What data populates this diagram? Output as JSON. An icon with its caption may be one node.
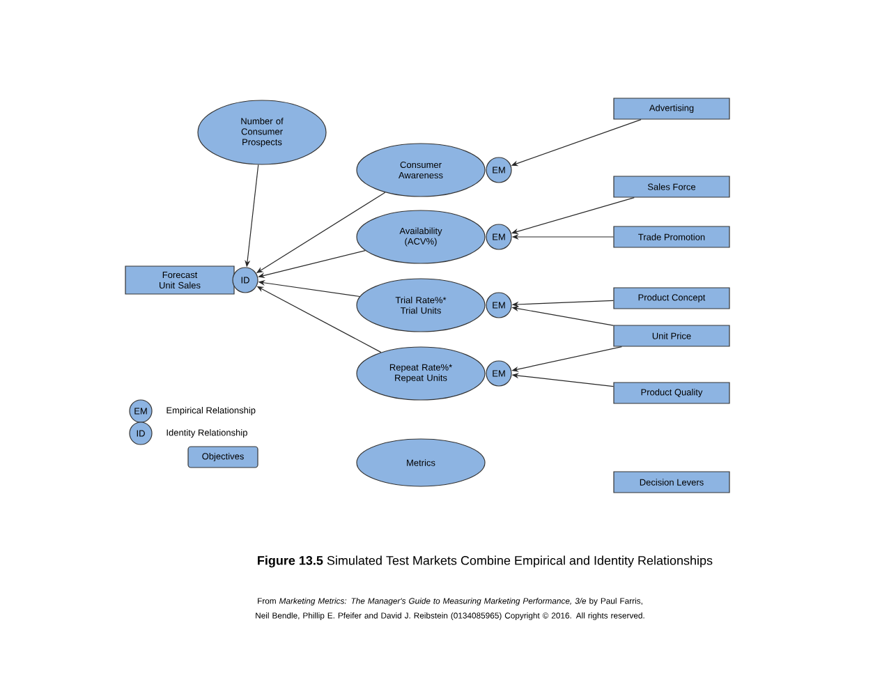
{
  "diagram": {
    "caption": "**Figure 13.5** Simulated Test Markets Combine Empirical and Identity Relationships",
    "nodes": [
      {
        "text": [
          "Number of Consumer Prospects"
        ]
      },
      {
        "text": [
          "Forecast Unit Sales"
        ]
      },
      {
        "text": [
          "ID"
        ]
      },
      {
        "text": [
          "Consumer Awareness"
        ]
      },
      {
        "text": [
          "EM"
        ]
      },
      {
        "text": [
          "Availability (ACV%)"
        ]
      },
      {
        "text": [
          "EM"
        ]
      },
      {
        "text": [
          "Trial Rate%* Trial Units"
        ]
      },
      {
        "text": [
          "EM"
        ]
      },
      {
        "text": [
          "Repeat Rate%* Repeat Units"
        ]
      },
      {
        "text": [
          "EM"
        ]
      },
      {
        "text": [
          "Advertising"
        ]
      },
      {
        "text": [
          "Sales Force"
        ]
      },
      {
        "text": [
          "Trade Promotion"
        ]
      },
      {
        "text": [
          "Product Concept"
        ]
      },
      {
        "text": [
          "Unit Price"
        ]
      },
      {
        "text": [
          "Product Quality"
        ]
      },
      {
        "text": [
          "EM"
        ],
        "beside": [
          "Empirical Relationship"
        ]
      },
      {
        "text": [
          "ID"
        ],
        "beside": [
          "Identity Relationship"
        ]
      },
      {
        "text": [
          "Objectives"
        ]
      },
      {
        "text": [
          "Metrics"
        ]
      },
      {
        "text": [
          "Decision Levers"
        ]
      }
    ],
    "edges": [
      {
        "from": 0,
        "to": 2,
        "arrow": "to"
      },
      {
        "from": 3,
        "to": 2,
        "arrow": "to"
      },
      {
        "from": 5,
        "to": 2,
        "arrow": "to"
      },
      {
        "from": 7,
        "to": 2,
        "arrow": "to"
      },
      {
        "from": 9,
        "to": 2,
        "arrow": "to"
      },
      {
        "from": 11,
        "to": 4,
        "arrow": "to"
      },
      {
        "from": 12,
        "to": 6,
        "arrow": "to"
      },
      {
        "from": 13,
        "to": 6,
        "arrow": "to"
      },
      {
        "from": 14,
        "to": 8,
        "arrow": "to"
      },
      {
        "from": 15,
        "to": 8,
        "arrow": "to"
      },
      {
        "from": 15,
        "to": 10,
        "arrow": "to"
      },
      {
        "from": 16,
        "to": 10,
        "arrow": "to"
      }
    ],
    "labels": [
      "From *Marketing Metrics: The Manager's Guide to Measuring Marketing Performance, 3/e* by Paul Farris, Neil Bendle, Phillip E. Pfeifer and David J. Reibstein (0134085965) Copyright © 2016. All rights reserved."
    ]
  }
}
